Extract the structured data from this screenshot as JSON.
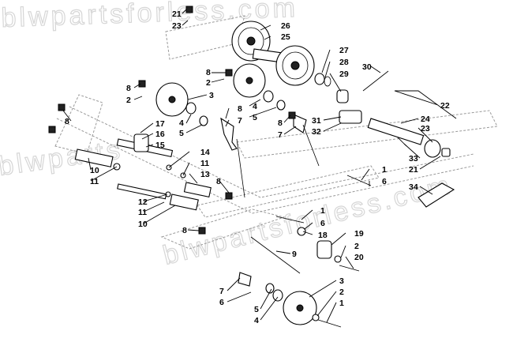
{
  "watermark": {
    "text_top": "blwpartsforless.com",
    "text_left": "blwparts",
    "text_mid": "blwpartsforless.com"
  },
  "callouts": [
    {
      "id": "c21a",
      "label": "21"
    },
    {
      "id": "c23a",
      "label": "23"
    },
    {
      "id": "c26",
      "label": "26"
    },
    {
      "id": "c25",
      "label": "25"
    },
    {
      "id": "c27",
      "label": "27"
    },
    {
      "id": "c28",
      "label": "28"
    },
    {
      "id": "c29",
      "label": "29"
    },
    {
      "id": "c30",
      "label": "30"
    },
    {
      "id": "c8a",
      "label": "8"
    },
    {
      "id": "c2a",
      "label": "2"
    },
    {
      "id": "c8b",
      "label": "8"
    },
    {
      "id": "c2b",
      "label": "2"
    },
    {
      "id": "c3a",
      "label": "3"
    },
    {
      "id": "c8c",
      "label": "8"
    },
    {
      "id": "c7a",
      "label": "7"
    },
    {
      "id": "c4a",
      "label": "4"
    },
    {
      "id": "c5a",
      "label": "5"
    },
    {
      "id": "c4b",
      "label": "4"
    },
    {
      "id": "c5b",
      "label": "5"
    },
    {
      "id": "c8d",
      "label": "8"
    },
    {
      "id": "c7b",
      "label": "7"
    },
    {
      "id": "c31",
      "label": "31"
    },
    {
      "id": "c32",
      "label": "32"
    },
    {
      "id": "c22",
      "label": "22"
    },
    {
      "id": "c24",
      "label": "24"
    },
    {
      "id": "c23b",
      "label": "23"
    },
    {
      "id": "c33",
      "label": "33"
    },
    {
      "id": "c21b",
      "label": "21"
    },
    {
      "id": "c34",
      "label": "34"
    },
    {
      "id": "c8e",
      "label": "8"
    },
    {
      "id": "c17",
      "label": "17"
    },
    {
      "id": "c16",
      "label": "16"
    },
    {
      "id": "c15",
      "label": "15"
    },
    {
      "id": "c14",
      "label": "14"
    },
    {
      "id": "c11a",
      "label": "11"
    },
    {
      "id": "c13",
      "label": "13"
    },
    {
      "id": "c10a",
      "label": "10"
    },
    {
      "id": "c11b",
      "label": "11"
    },
    {
      "id": "c8f",
      "label": "8"
    },
    {
      "id": "c1a",
      "label": "1"
    },
    {
      "id": "c6a",
      "label": "6"
    },
    {
      "id": "c12",
      "label": "12"
    },
    {
      "id": "c11c",
      "label": "11"
    },
    {
      "id": "c10b",
      "label": "10"
    },
    {
      "id": "c1b",
      "label": "1"
    },
    {
      "id": "c6b",
      "label": "6"
    },
    {
      "id": "c18",
      "label": "18"
    },
    {
      "id": "c8g",
      "label": "8"
    },
    {
      "id": "c19",
      "label": "19"
    },
    {
      "id": "c2c",
      "label": "2"
    },
    {
      "id": "c20",
      "label": "20"
    },
    {
      "id": "c9",
      "label": "9"
    },
    {
      "id": "c3b",
      "label": "3"
    },
    {
      "id": "c7c",
      "label": "7"
    },
    {
      "id": "c2d",
      "label": "2"
    },
    {
      "id": "c6c",
      "label": "6"
    },
    {
      "id": "c1c",
      "label": "1"
    },
    {
      "id": "c5c",
      "label": "5"
    },
    {
      "id": "c4c",
      "label": "4"
    }
  ]
}
